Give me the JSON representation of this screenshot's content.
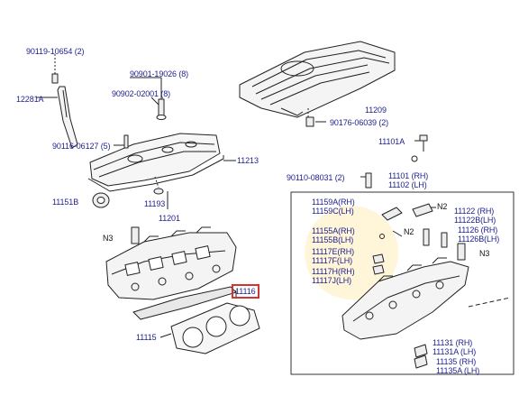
{
  "diagram": {
    "highlight_color": "#d23434",
    "label_color": "#1c1f8c",
    "left_parts": [
      {
        "id": "p1",
        "text": "90119-10654",
        "qty": "(2)"
      },
      {
        "id": "p2",
        "text": "12281A"
      },
      {
        "id": "p3",
        "text": "90901-19026",
        "qty": "(8)"
      },
      {
        "id": "p4",
        "text": "90902-02001",
        "qty": "(8)"
      },
      {
        "id": "p5",
        "text": "11209"
      },
      {
        "id": "p6",
        "text": "90176-06039",
        "qty": "(2)"
      },
      {
        "id": "p7",
        "text": "90116-06127",
        "qty": "(5)"
      },
      {
        "id": "p8",
        "text": "11213"
      },
      {
        "id": "p9",
        "text": "11101A"
      },
      {
        "id": "p10",
        "text": "90110-08031",
        "qty": "(2)"
      },
      {
        "id": "p11",
        "text": "11151B"
      },
      {
        "id": "p12",
        "text": "11193"
      },
      {
        "id": "p13",
        "text": "11201"
      },
      {
        "id": "p14",
        "text": "11101",
        "side": "(RH)"
      },
      {
        "id": "p15",
        "text": "11102",
        "side": "(LH)"
      },
      {
        "id": "p16",
        "text": "N3"
      },
      {
        "id": "p17",
        "text": "11116",
        "highlighted": true
      },
      {
        "id": "p18",
        "text": "11115"
      }
    ],
    "inset_parts": [
      {
        "id": "q1",
        "text": "11159A",
        "side": "(RH)"
      },
      {
        "id": "q2",
        "text": "11159C",
        "side": "(LH)"
      },
      {
        "id": "q3",
        "text": "N2"
      },
      {
        "id": "q4",
        "text": "11122",
        "side": "(RH)"
      },
      {
        "id": "q5",
        "text": "11122B",
        "side": "(LH)"
      },
      {
        "id": "q6",
        "text": "11155A",
        "side": "(RH)"
      },
      {
        "id": "q7",
        "text": "11155B",
        "side": "(LH)"
      },
      {
        "id": "q8",
        "text": "N2"
      },
      {
        "id": "q9",
        "text": "11126",
        "side": "(RH)"
      },
      {
        "id": "q10",
        "text": "11126B",
        "side": "(LH)"
      },
      {
        "id": "q11",
        "text": "N3"
      },
      {
        "id": "q12",
        "text": "11117E",
        "side": "(RH)"
      },
      {
        "id": "q13",
        "text": "11117F",
        "side": "(LH)"
      },
      {
        "id": "q14",
        "text": "11117H",
        "side": "(RH)"
      },
      {
        "id": "q15",
        "text": "11117J",
        "side": "(LH)"
      },
      {
        "id": "q16",
        "text": "11131",
        "side": "(RH)"
      },
      {
        "id": "q17",
        "text": "11131A",
        "side": "(LH)"
      },
      {
        "id": "q18",
        "text": "11135",
        "side": "(RH)"
      },
      {
        "id": "q19",
        "text": "11135A",
        "side": "(LH)"
      }
    ]
  }
}
